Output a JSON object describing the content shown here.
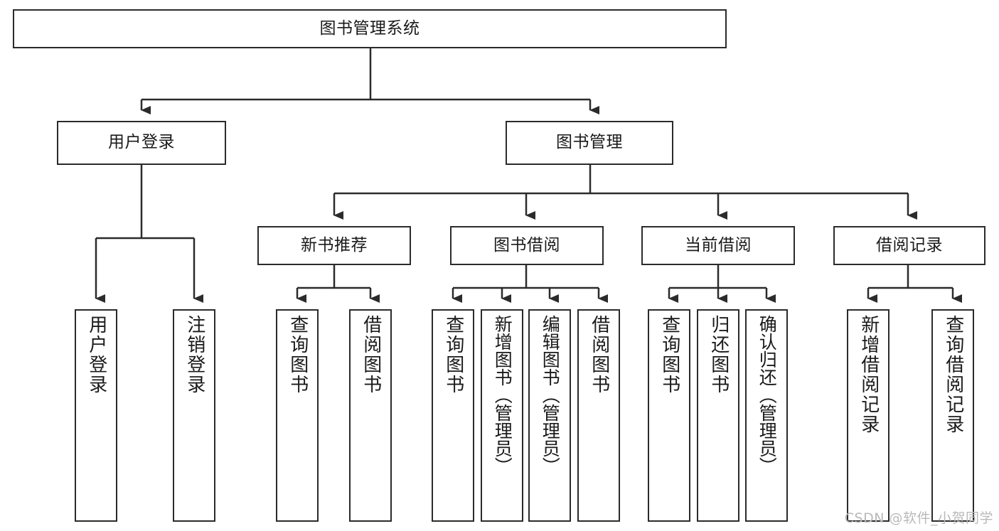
{
  "diagram": {
    "title": "图书管理系统",
    "type": "tree",
    "watermark": "CSDN @软件_小贺同学",
    "colors": {
      "border": "#2b2b2b",
      "background": "#ffffff",
      "text": "#1a1a1a",
      "watermark": "#b9b9b9"
    }
  },
  "nodes": {
    "root": {
      "label": "图书管理系统"
    },
    "level2": [
      {
        "id": "user-login",
        "label": "用户登录"
      },
      {
        "id": "book-manage",
        "label": "图书管理"
      }
    ],
    "level3": [
      {
        "id": "new-book-recommend",
        "label": "新书推荐"
      },
      {
        "id": "book-borrow",
        "label": "图书借阅"
      },
      {
        "id": "current-borrow",
        "label": "当前借阅"
      },
      {
        "id": "borrow-record",
        "label": "借阅记录"
      }
    ],
    "leaves": {
      "user-login": [
        {
          "id": "leaf-user-login",
          "label": "用户登录"
        },
        {
          "id": "leaf-user-logout",
          "label": "注销登录"
        }
      ],
      "new-book-recommend": [
        {
          "id": "leaf-query-book-1",
          "label": "查询图书"
        },
        {
          "id": "leaf-borrow-book-1",
          "label": "借阅图书"
        }
      ],
      "book-borrow": [
        {
          "id": "leaf-query-book-2",
          "label": "查询图书"
        },
        {
          "id": "leaf-add-book",
          "label": "新增图书（管理员）"
        },
        {
          "id": "leaf-edit-book",
          "label": "编辑图书（管理员）"
        },
        {
          "id": "leaf-borrow-book-2",
          "label": "借阅图书"
        }
      ],
      "current-borrow": [
        {
          "id": "leaf-query-book-3",
          "label": "查询图书"
        },
        {
          "id": "leaf-return-book",
          "label": "归还图书"
        },
        {
          "id": "leaf-confirm-return",
          "label": "确认归还（管理员）"
        }
      ],
      "borrow-record": [
        {
          "id": "leaf-add-record",
          "label": "新增借阅记录"
        },
        {
          "id": "leaf-query-record",
          "label": "查询借阅记录"
        }
      ]
    }
  }
}
